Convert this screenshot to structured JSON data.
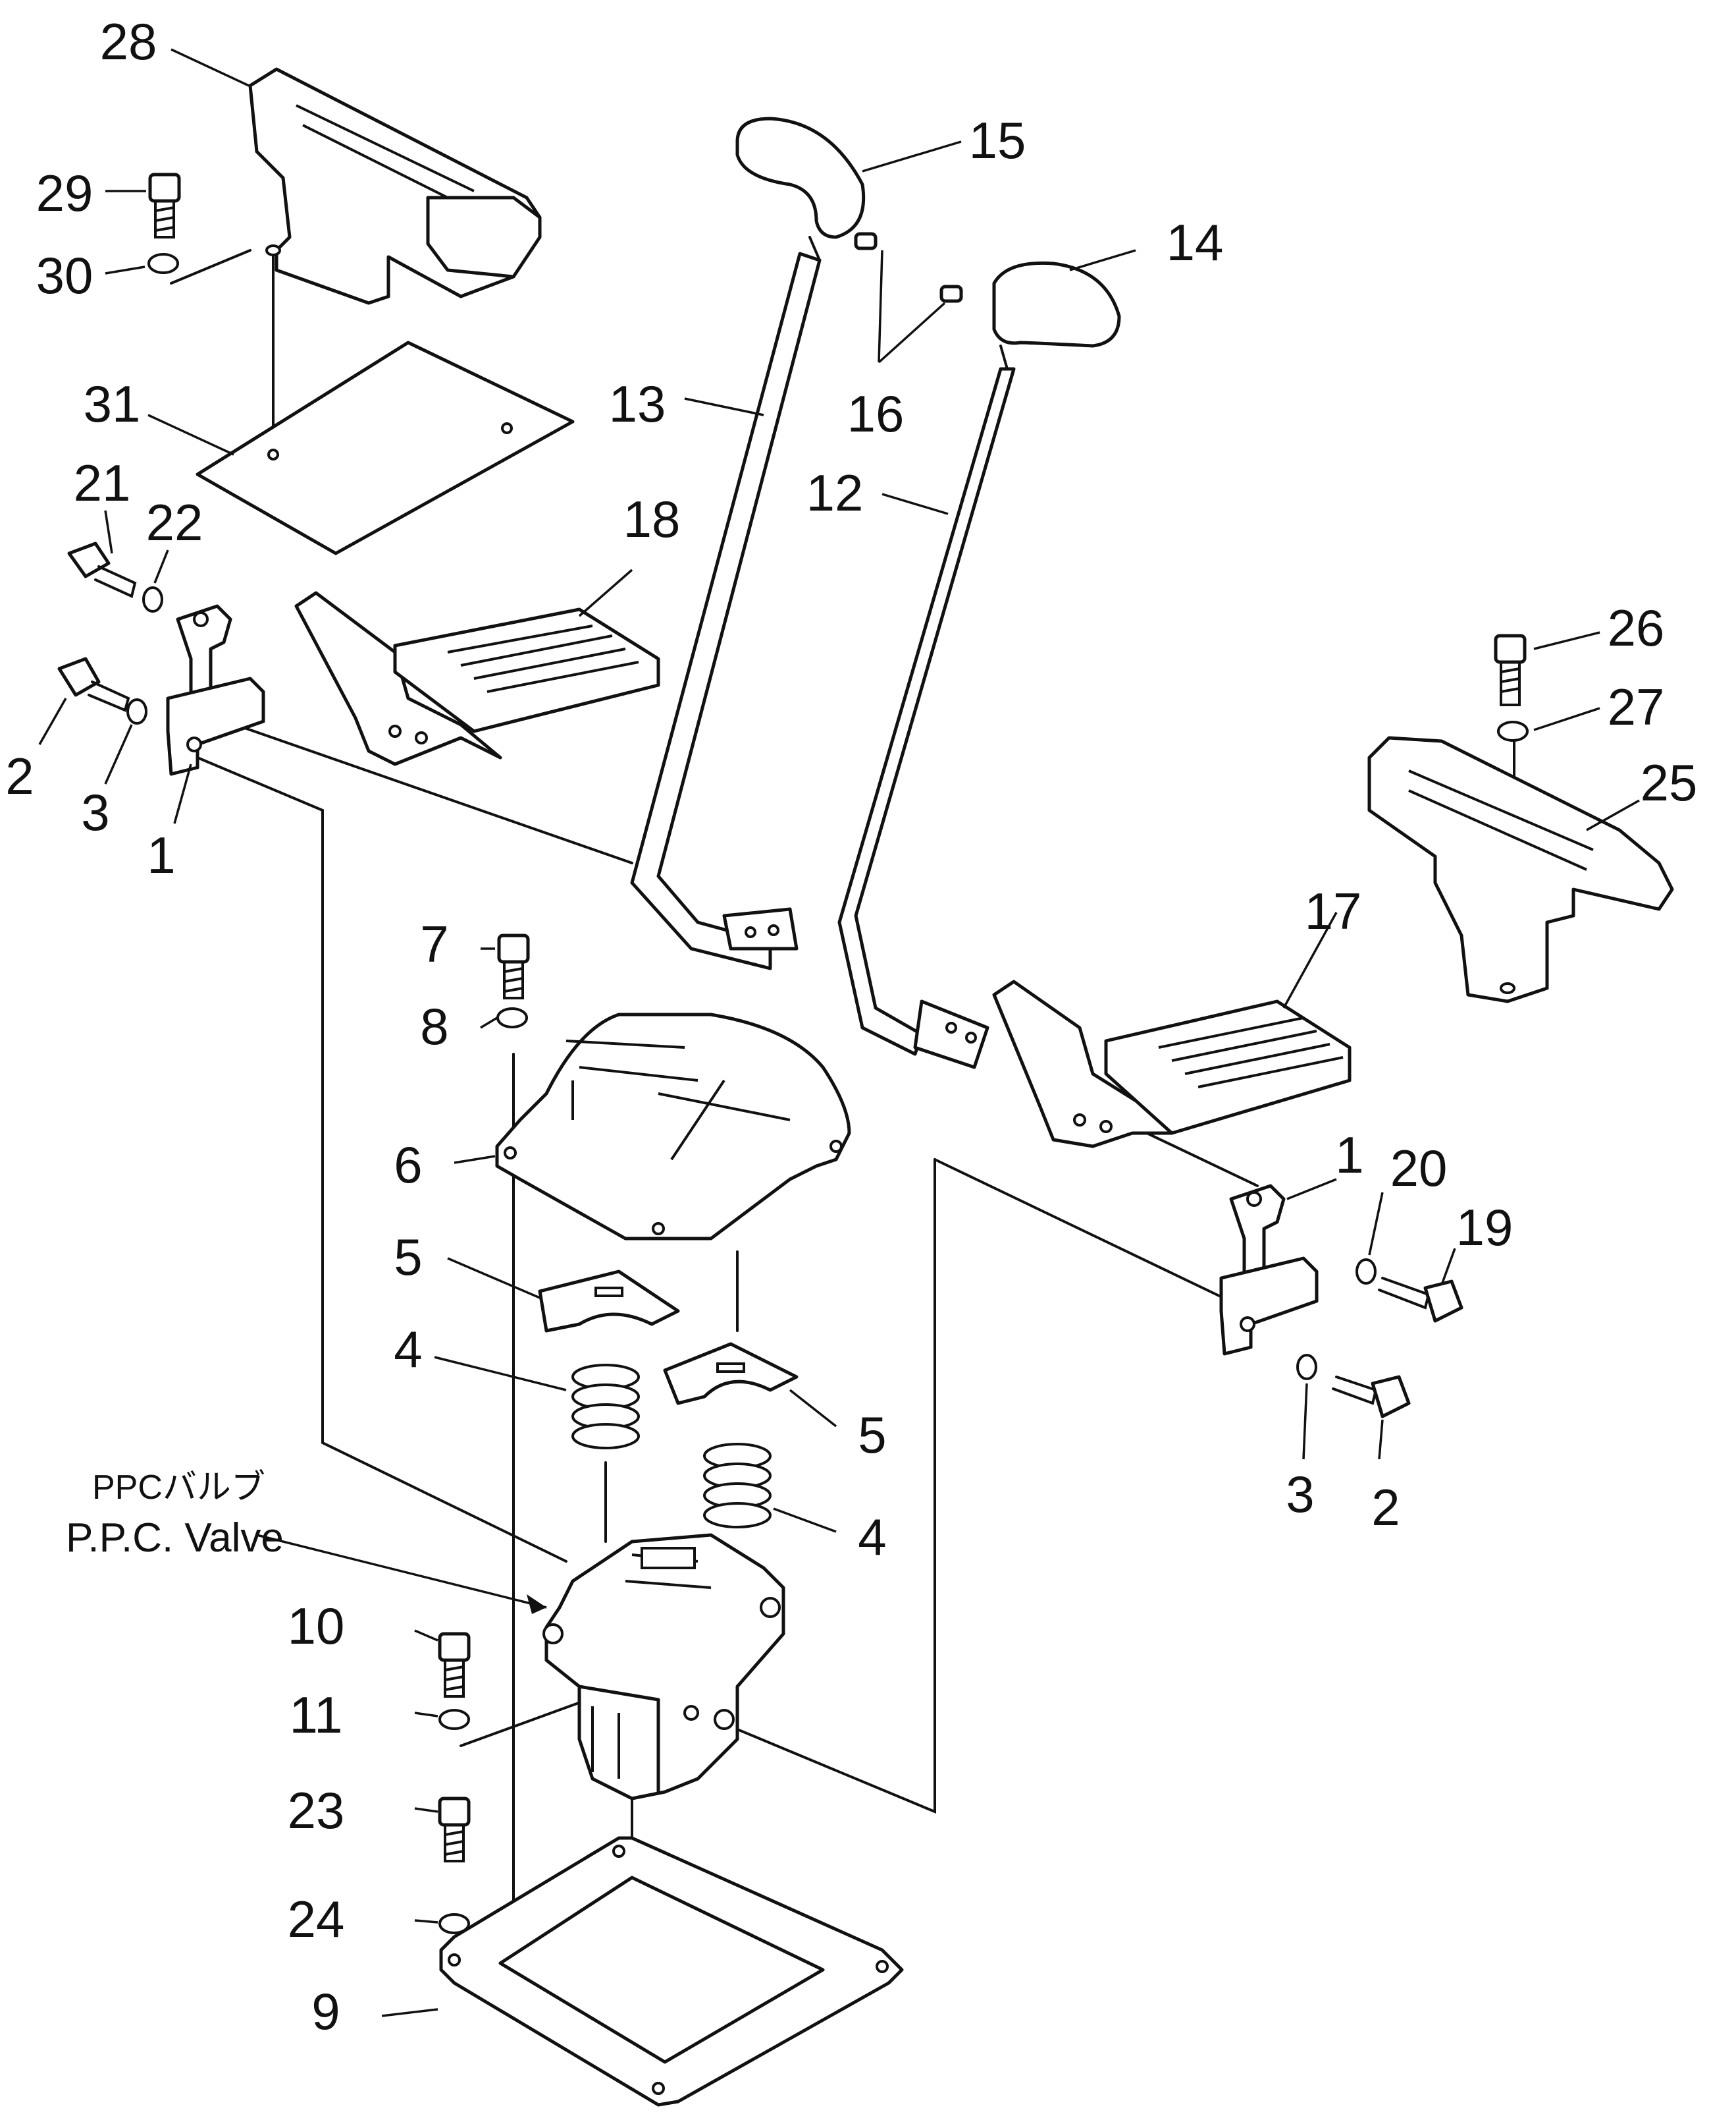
{
  "diagram": {
    "label_color": "#111111",
    "background": "#ffffff",
    "callouts": [
      "28",
      "29",
      "30",
      "31",
      "21",
      "22",
      "18",
      "2",
      "3",
      "1",
      "15",
      "14",
      "16",
      "13",
      "12",
      "26",
      "27",
      "25",
      "17",
      "7",
      "8",
      "6",
      "5",
      "4",
      "10",
      "11",
      "23",
      "24",
      "9",
      "1",
      "20",
      "19",
      "3",
      "2",
      "5",
      "4"
    ],
    "valve_label": {
      "jp": "PPCバルブ",
      "en": "P.P.C. Valve"
    }
  }
}
